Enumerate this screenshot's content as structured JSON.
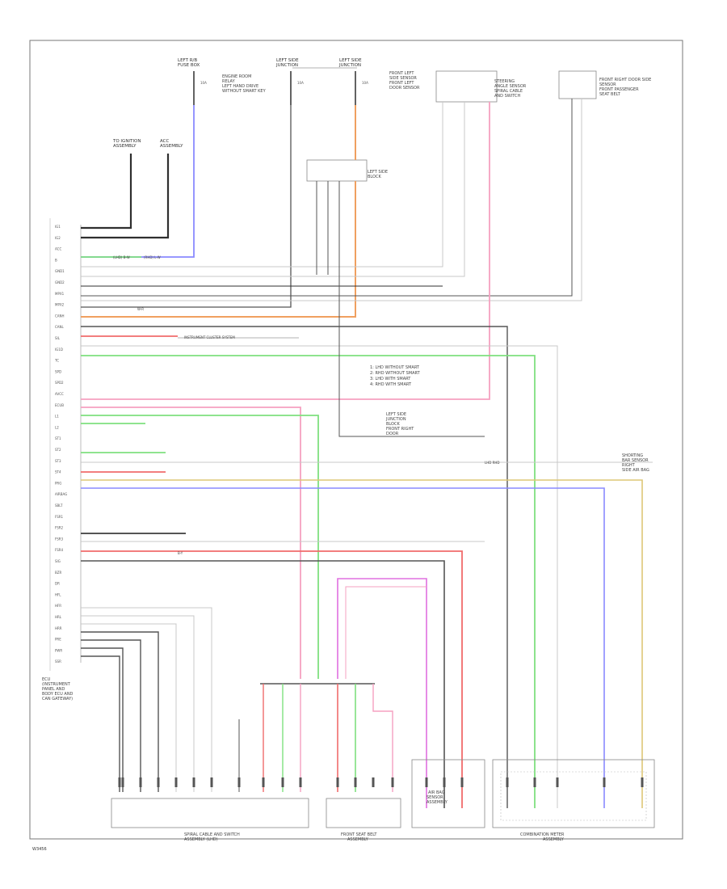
{
  "header_components": [
    {
      "id": "fuse1",
      "title": [
        "LEFT R/B",
        "FUSE BOX"
      ],
      "note": [
        "ENGINE ROOM",
        "RELAY",
        "LEFT HAND DRIVE",
        "WITHOUT SMART KEY"
      ]
    },
    {
      "id": "fuse2",
      "title": [
        "LEFT SIDE",
        "JUNCTION"
      ],
      "note": []
    },
    {
      "id": "fuse3",
      "title": [
        "LEFT SIDE",
        "JUNCTION"
      ],
      "note": [
        "FRONT LEFT",
        "SIDE SENSOR",
        "FRONT LEFT",
        "DOOR SENSOR"
      ]
    },
    {
      "id": "stl",
      "title": [],
      "note": [
        "STEERING",
        "ANGLE SENSOR",
        "SPIRAL CABLE",
        "AND SWITCH"
      ]
    },
    {
      "id": "frd",
      "title": [],
      "note": [
        "FRONT RIGHT DOOR SIDE",
        "SENSOR",
        "FRONT PASSENGER",
        "SEAT BELT"
      ]
    },
    {
      "id": "ign",
      "title": [
        "TO IGNITION",
        "ASSEMBLY"
      ],
      "note": []
    },
    {
      "id": "acc",
      "title": [
        "ACC",
        "ASSEMBLY"
      ],
      "note": []
    },
    {
      "id": "airbag",
      "title": [],
      "note": [
        "AIR BAG",
        "SENSOR ASSEMBLY"
      ]
    },
    {
      "id": "rs",
      "title": [],
      "note": [
        "SHORTING",
        "BAR SENSOR",
        "RIGHT",
        "SIDE AIR BAG"
      ]
    }
  ],
  "ecu_label": [
    "ECU",
    "(INSTRUMENT",
    "PANEL AND",
    "BODY ECU AND",
    "CAN GATEWAY)"
  ],
  "left_pins": [
    "IG1",
    "IG2",
    "ACC",
    "B",
    "GND1",
    "GND2",
    "MPX1",
    "MPX2",
    "CANH",
    "CANL",
    "SIL",
    "IG1D",
    "TC",
    "SPD",
    "SPD2",
    "AVCC",
    "ECUB",
    "L1",
    "L2",
    "ST1",
    "ST2",
    "ST3",
    "ST4",
    "PRG",
    "AIRBAG",
    "SBLT",
    "FSR1",
    "FSR2",
    "FSR3",
    "FSR4",
    "SIG",
    "BZR",
    "DR",
    "HFL",
    "HFR",
    "HRL",
    "HRR",
    "PRE",
    "PWR",
    "SSR"
  ],
  "wire_labels": [
    "(LHD) B-W",
    "(RHD) L-W",
    "W-R",
    "INSTRUMENT CLUSTER SYSTEM",
    "LHD RHD",
    "B-Y"
  ],
  "inline_notes": [
    "1: LHD WITHOUT SMART",
    "2: RHD WITHOUT SMART",
    "3: LHD WITH SMART",
    "4: RHD WITH SMART"
  ],
  "center_box": [
    "LEFT SIDE",
    "JUNCTION",
    "BLOCK",
    "FRONT RIGHT",
    "DOOR"
  ],
  "bottom_components": [
    {
      "id": "b1",
      "label": [
        "SPIRAL CABLE AND SWITCH",
        "ASSEMBLY (LHD)"
      ]
    },
    {
      "id": "b2",
      "label": [
        "FRONT SEAT BELT",
        "ASSEMBLY"
      ]
    },
    {
      "id": "b3",
      "label": [
        "AIR BAG",
        "SENSOR",
        "ASSEMBLY"
      ]
    },
    {
      "id": "b4",
      "label": [
        "COMBINATION METER",
        "ASSEMBLY"
      ]
    }
  ],
  "figure_id": "W3456",
  "colors": {
    "black": "#2f2f2f",
    "gray": "#8c8c8c",
    "blue": "#8a8aff",
    "orange": "#f0a060",
    "pink": "#f6a0c0",
    "green": "#7fe07f",
    "red": "#f06c6c",
    "yellow": "#ddc777",
    "magenta": "#e070e0",
    "light": "#c8c8c8"
  }
}
